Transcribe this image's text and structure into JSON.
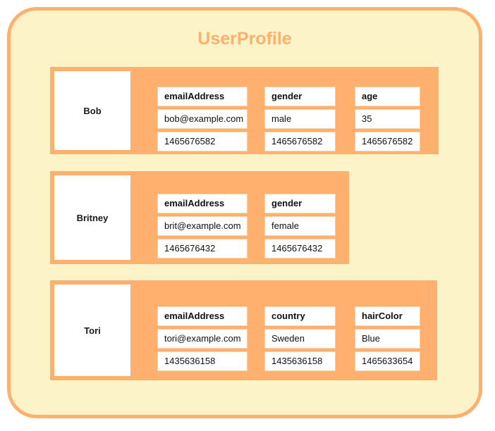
{
  "diagram": {
    "title": "UserProfile",
    "colors": {
      "container_border": "#ffaf6e",
      "container_fill": "#fcf3c9",
      "panel_fill": "#ffaf6e",
      "cell_fill": "#ffffff",
      "cell_border": "#f7d1a8",
      "title_color": "#ffaf6e",
      "text_color": "#111111"
    },
    "records": [
      {
        "name": "Bob",
        "fields": [
          {
            "key": "emailAddress",
            "value": "bob@example.com",
            "timestamp": "1465676582"
          },
          {
            "key": "gender",
            "value": "male",
            "timestamp": "1465676582"
          },
          {
            "key": "age",
            "value": "35",
            "timestamp": "1465676582"
          }
        ]
      },
      {
        "name": "Britney",
        "fields": [
          {
            "key": "emailAddress",
            "value": "brit@example.com",
            "timestamp": "1465676432"
          },
          {
            "key": "gender",
            "value": "female",
            "timestamp": "1465676432"
          }
        ]
      },
      {
        "name": "Tori",
        "fields": [
          {
            "key": "emailAddress",
            "value": "tori@example.com",
            "timestamp": "1435636158"
          },
          {
            "key": "country",
            "value": "Sweden",
            "timestamp": "1435636158"
          },
          {
            "key": "hairColor",
            "value": "Blue",
            "timestamp": "1465633654"
          }
        ]
      }
    ]
  }
}
